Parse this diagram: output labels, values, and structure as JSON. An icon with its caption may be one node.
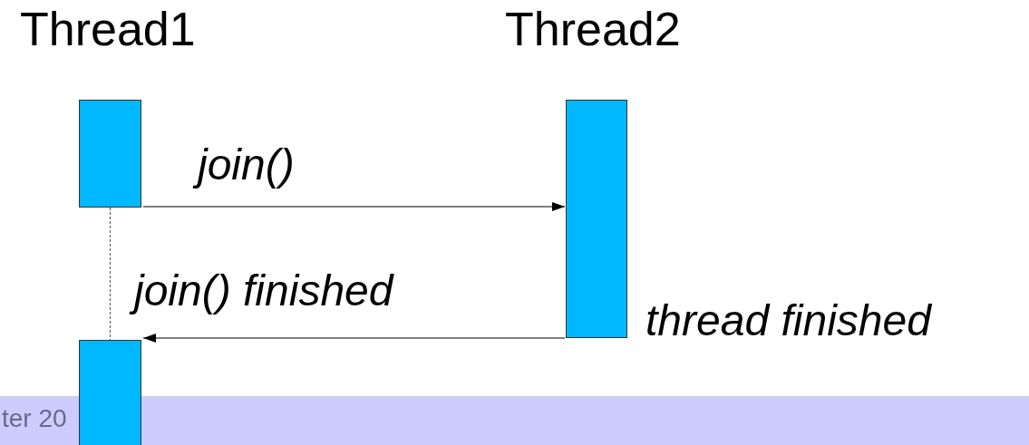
{
  "diagram": {
    "nodes": [
      {
        "text": [],
        "shape": "bar"
      },
      {
        "text": [],
        "shape": "bar",
        "beside": [
          "thread finished"
        ]
      },
      {
        "text": [],
        "shape": "bar"
      }
    ],
    "edges": [
      {
        "from": 0,
        "to": 1,
        "arrow": "to",
        "label": "join()"
      },
      {
        "from": 1,
        "to": 2,
        "arrow": "to",
        "label": "join() finished"
      },
      {
        "from": 0,
        "to": 2,
        "arrow": "none",
        "style": "dashed"
      }
    ],
    "labels": [
      "Thread1",
      "Thread2",
      "ter 20"
    ]
  }
}
